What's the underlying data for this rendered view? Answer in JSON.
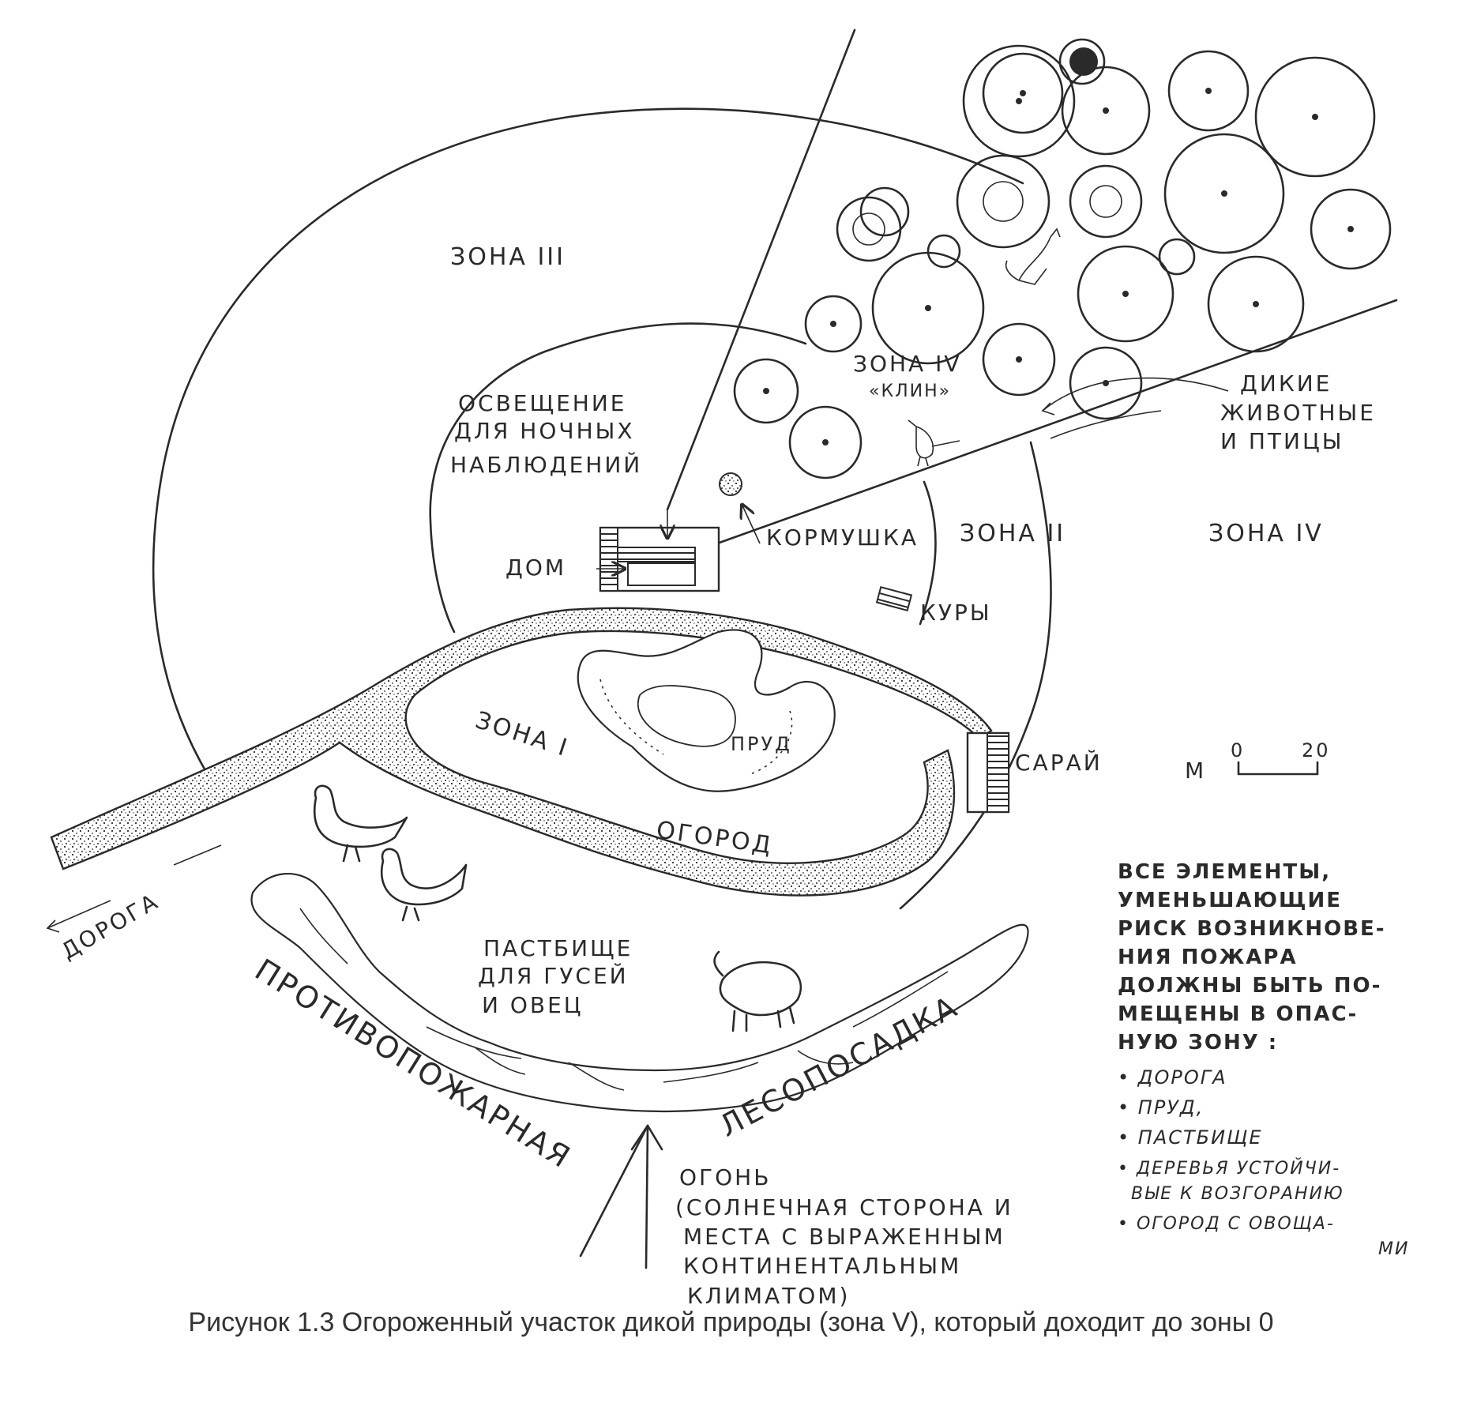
{
  "zones": {
    "zone3": "ЗОНА III",
    "zone4_wedge": "ЗОНА IV",
    "zone4_wedge_sub": "«КЛИН»",
    "zone2": "ЗОНА II",
    "zone4": "ЗОНА IV",
    "zone1": "ЗОНА I"
  },
  "labels": {
    "lighting": [
      "ОСВЕЩЕНИЕ",
      "ДЛЯ НОЧНЫХ",
      "НАБЛЮДЕНИЙ"
    ],
    "wild_animals": [
      "ДИКИЕ",
      "ЖИВОТНЫЕ",
      "И ПТИЦЫ"
    ],
    "house": "ДОМ",
    "feeder": "КОРМУШКА",
    "chickens": "КУРЫ",
    "pond": "ПРУД",
    "barn": "САРАЙ",
    "garden": "ОГОРОД",
    "road": "ДОРОГА",
    "pasture": [
      "ПАСТБИЩЕ",
      "ДЛЯ ГУСЕЙ",
      "И ОВЕЦ"
    ],
    "firebreak_left": "ПРОТИВОПОЖАРНАЯ",
    "firebreak_right": "ЛЕСОПОСАДКА",
    "fire": [
      "ОГОНЬ",
      "(СОЛНЕЧНАЯ СТОРОНА И",
      "МЕСТА С ВЫРАЖЕННЫМ",
      "КОНТИНЕНТАЛЬНЫМ",
      "КЛИМАТОМ)"
    ]
  },
  "scale": {
    "unit": "М",
    "start": "0",
    "end": "20"
  },
  "note": {
    "lines": [
      "ВСЕ ЭЛЕМЕНТЫ,",
      "УМЕНЬШАЮЩИЕ",
      "РИСК ВОЗНИКНОВЕ-",
      "НИЯ ПОЖАРА",
      "ДОЛЖНЫ БЫТЬ ПО-",
      "МЕЩЕНЫ В ОПАС-",
      "НУЮ ЗОНУ :"
    ],
    "items": [
      "• ДОРОГА",
      "• ПРУД,",
      "• ПАСТБИЩЕ",
      "• ДЕРЕВЬЯ УСТОЙЧИ-",
      "ВЫЕ К ВОЗГОРАНИЮ",
      "• ОГОРОД С ОВОЩА-",
      "МИ"
    ]
  },
  "caption": "Рисунок 1.3 Огороженный участок дикой природы (зона V), который доходит до зоны 0",
  "colors": {
    "ink": "#2a2a2a",
    "paper": "#ffffff",
    "caption": "#333333"
  }
}
